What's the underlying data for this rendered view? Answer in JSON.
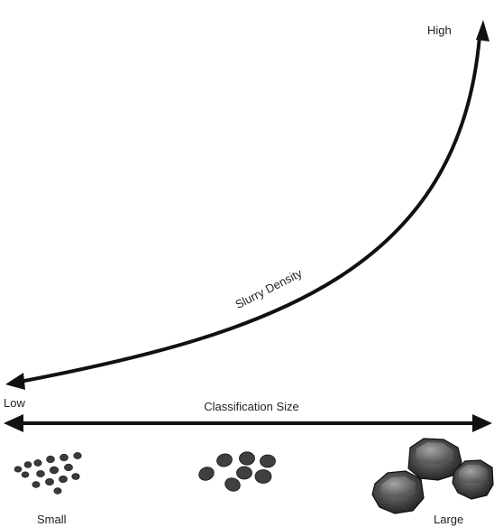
{
  "curve_axis": {
    "label": "Slurry Density",
    "high_label": "High",
    "low_label": "Low"
  },
  "horizontal_axis": {
    "label": "Classification Size",
    "small_label": "Small",
    "large_label": "Large"
  },
  "particle_groups": [
    {
      "size": "small",
      "count": 15
    },
    {
      "size": "medium",
      "count": 7
    },
    {
      "size": "large",
      "count": 3
    }
  ]
}
